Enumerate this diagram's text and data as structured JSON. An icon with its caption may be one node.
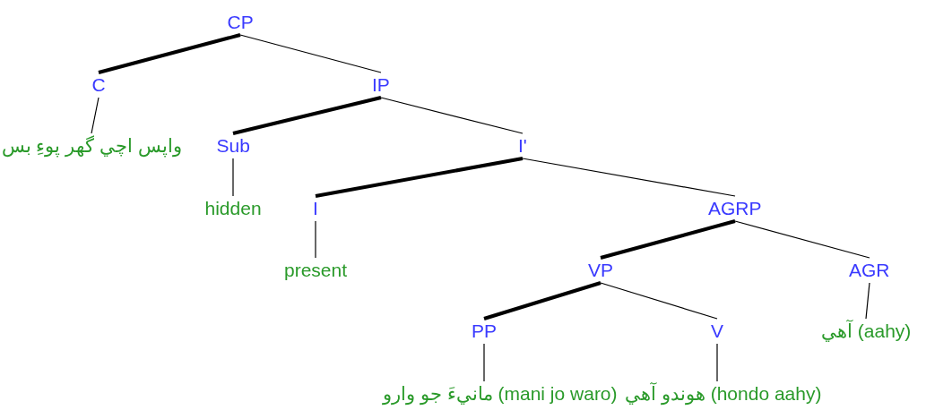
{
  "diagram": {
    "nodes": [
      {
        "text": [
          "CP"
        ]
      },
      {
        "text": [
          "C"
        ]
      },
      {
        "text": [
          "IP"
        ]
      },
      {
        "text": [
          "واپس اچي گهر پوءِ بس"
        ]
      },
      {
        "text": [
          "Sub"
        ]
      },
      {
        "text": [
          "I'"
        ]
      },
      {
        "text": [
          "hidden"
        ]
      },
      {
        "text": [
          "I"
        ]
      },
      {
        "text": [
          "AGRP"
        ]
      },
      {
        "text": [
          "present"
        ]
      },
      {
        "text": [
          "VP"
        ]
      },
      {
        "text": [
          "AGR"
        ]
      },
      {
        "text": [
          "PP"
        ]
      },
      {
        "text": [
          "V"
        ]
      },
      {
        "text": [
          "آهي (aahy)"
        ]
      },
      {
        "text": [
          "مانيءَ جو وارو (mani jo waro)"
        ]
      },
      {
        "text": [
          "هوندو آهي (hondo aahy)"
        ]
      }
    ],
    "edges": [
      {
        "from": 0,
        "to": 1,
        "arrow": "none",
        "style": "thick"
      },
      {
        "from": 0,
        "to": 2,
        "arrow": "none"
      },
      {
        "from": 1,
        "to": 3,
        "arrow": "none"
      },
      {
        "from": 2,
        "to": 4,
        "arrow": "none",
        "style": "thick"
      },
      {
        "from": 2,
        "to": 5,
        "arrow": "none"
      },
      {
        "from": 4,
        "to": 6,
        "arrow": "none"
      },
      {
        "from": 5,
        "to": 7,
        "arrow": "none",
        "style": "thick"
      },
      {
        "from": 5,
        "to": 8,
        "arrow": "none"
      },
      {
        "from": 7,
        "to": 9,
        "arrow": "none"
      },
      {
        "from": 8,
        "to": 10,
        "arrow": "none",
        "style": "thick"
      },
      {
        "from": 8,
        "to": 11,
        "arrow": "none"
      },
      {
        "from": 10,
        "to": 12,
        "arrow": "none",
        "style": "thick"
      },
      {
        "from": 10,
        "to": 13,
        "arrow": "none"
      },
      {
        "from": 11,
        "to": 14,
        "arrow": "none"
      },
      {
        "from": 12,
        "to": 15,
        "arrow": "none"
      },
      {
        "from": 13,
        "to": 16,
        "arrow": "none"
      }
    ]
  }
}
